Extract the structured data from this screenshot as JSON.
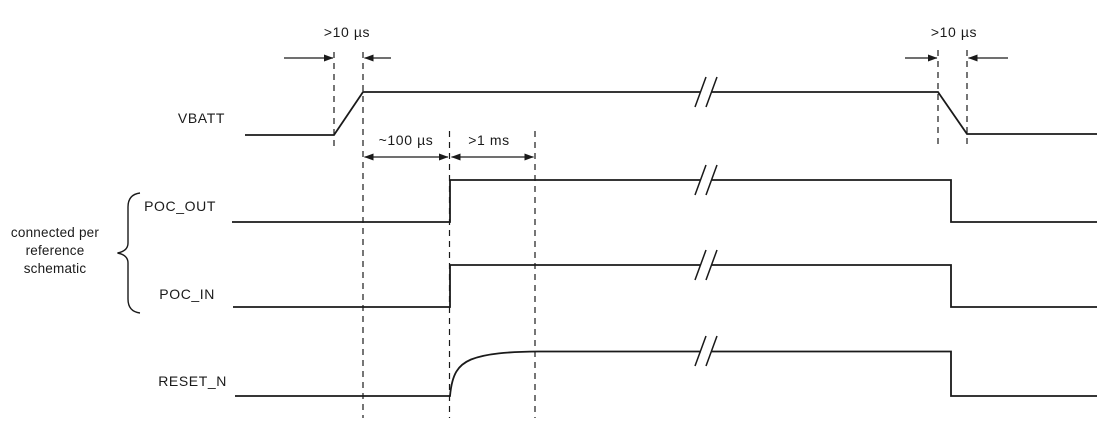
{
  "diagram": {
    "type": "timing-diagram",
    "background_color": "#ffffff",
    "line_color": "#1a1a1a",
    "signals": [
      {
        "name": "VBATT"
      },
      {
        "name": "POC_OUT"
      },
      {
        "name": "POC_IN"
      },
      {
        "name": "RESET_N"
      }
    ],
    "annotations": {
      "vbatt_rise_time": ">10 µs",
      "vbatt_fall_time": ">10 µs",
      "poc_delay": "~100 µs",
      "reset_delay": ">1 ms"
    },
    "group_label": "connected per reference schematic"
  }
}
